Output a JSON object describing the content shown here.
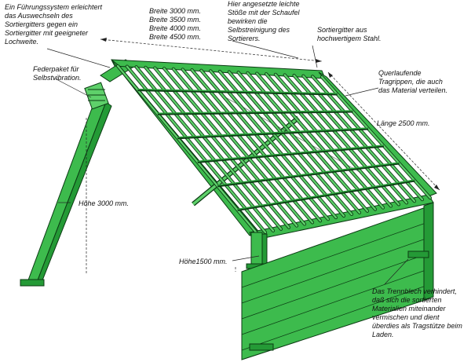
{
  "colors": {
    "frame": "#3dbb4d",
    "frame_dark": "#249a36",
    "outline": "#0b3b13"
  },
  "labels": {
    "guide_system": [
      "Ein Führungssystem erleichtert",
      "das Auswechseln des",
      "Sortiergitters gegen ein",
      "Sortiergitter mit geeigneter",
      "Lochweite."
    ],
    "widths": [
      "Breite 3000 mm.",
      "Breite 3500 mm.",
      "Breite 4000 mm.",
      "Breite 4500 mm."
    ],
    "shovel_impacts": [
      "Hier angesetzte leichte",
      "Stöße mit der Schaufel",
      "bewirken die",
      "Selbstreinigung des",
      "Sortierers."
    ],
    "grid_material": [
      "Sortiergitter aus",
      "hochwertigem Stahl."
    ],
    "spring_pack": [
      "Federpaket für",
      "Selbstvibration."
    ],
    "cross_ribs": [
      "Querlaufende",
      "Tragrippen, die auch",
      "das Material verteilen."
    ],
    "length": "Länge 2500 mm.",
    "height_3000": "Höhe 3000 mm.",
    "height_1500": "Höhe1500 mm.",
    "separator_plate": [
      "Das Trennblech verhindert,",
      "daß sich die sortierten",
      "Materialien miteinander",
      "vermischen und dient",
      "überdies als Tragstütze beim",
      "Laden."
    ]
  }
}
